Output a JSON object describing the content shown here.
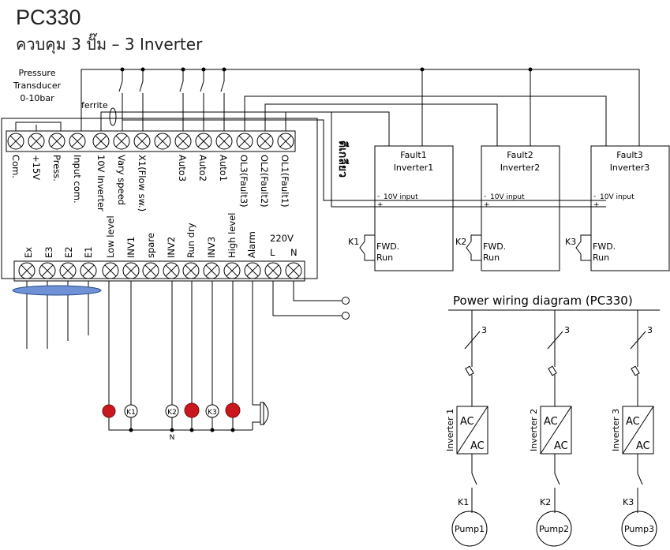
{
  "title": "PC330",
  "subtitle": "ควบคุม 3 ปั๊ม – 3 Inverter",
  "transducer": {
    "line1": "Pressure",
    "line2": "Transducer",
    "line3": "0-10bar"
  },
  "ferrite": "ferrite",
  "top_terminals": [
    "Com.",
    "+15V",
    "Press.",
    "Input com.",
    "10V Inverter",
    "Vary speed",
    "X1(Flow sw.)",
    "Auto3",
    "Auto2",
    "Auto1",
    "OL3(Fault3)",
    "OL2(Fault2)",
    "OL1(Fault1)"
  ],
  "bottom_terminals": [
    "Ex",
    "E3",
    "E2",
    "E1",
    "Low level",
    "INV1",
    "spare",
    "INV2",
    "Run dry",
    "INV3",
    "High level",
    "Alarm",
    "L",
    "N"
  ],
  "supply": "220V",
  "shielded_label": "ตีเกลียว",
  "inverters": [
    {
      "fault": "Fault1",
      "name": "Inverter1",
      "input": "10V input",
      "relay": "K1",
      "fwd": "FWD.",
      "run": "Run",
      "minus": "-",
      "plus": "+"
    },
    {
      "fault": "Fault2",
      "name": "Inverter2",
      "input": "10V input",
      "relay": "K2",
      "fwd": "FWD.",
      "run": "Run",
      "minus": "-",
      "plus": "+"
    },
    {
      "fault": "Fault3",
      "name": "Inverter3",
      "input": "10V input",
      "relay": "K3",
      "fwd": "FWD.",
      "run": "Run",
      "minus": "-",
      "plus": "+"
    }
  ],
  "lamps": {
    "k1": "K1",
    "k2": "K2",
    "k3": "K3",
    "neutral": "N"
  },
  "power": {
    "title": "Power wiring diagram (PC330)",
    "phase": "3",
    "converter_top": "AC",
    "converter_bottom": "AC",
    "columns": [
      {
        "inverter": "Inverter 1",
        "contactor": "K1",
        "pump": "Pump1"
      },
      {
        "inverter": "Inverter 2",
        "contactor": "K2",
        "pump": "Pump2"
      },
      {
        "inverter": "Inverter 3",
        "contactor": "K3",
        "pump": "Pump3"
      }
    ]
  }
}
